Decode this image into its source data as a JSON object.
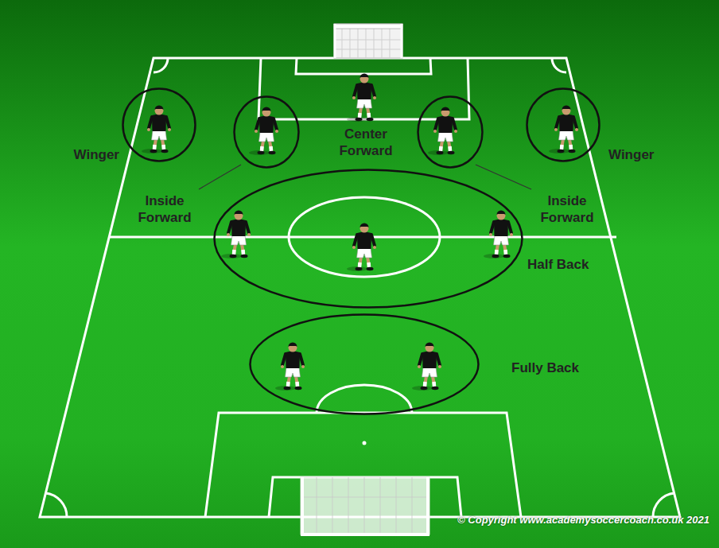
{
  "diagram": {
    "nodes": [
      {
        "text": [
          "Winger"
        ]
      },
      {
        "text": [
          "Inside Forward"
        ]
      },
      {
        "text": [
          "Inside Forward"
        ]
      },
      {
        "text": [
          "Winger"
        ]
      },
      {
        "text": [
          "Half Back"
        ]
      },
      {
        "text": [
          "Fully Back"
        ]
      }
    ],
    "labels": [
      "Center Forward",
      "© Copyright www.academysoccercoach.co.uk 2021"
    ]
  }
}
